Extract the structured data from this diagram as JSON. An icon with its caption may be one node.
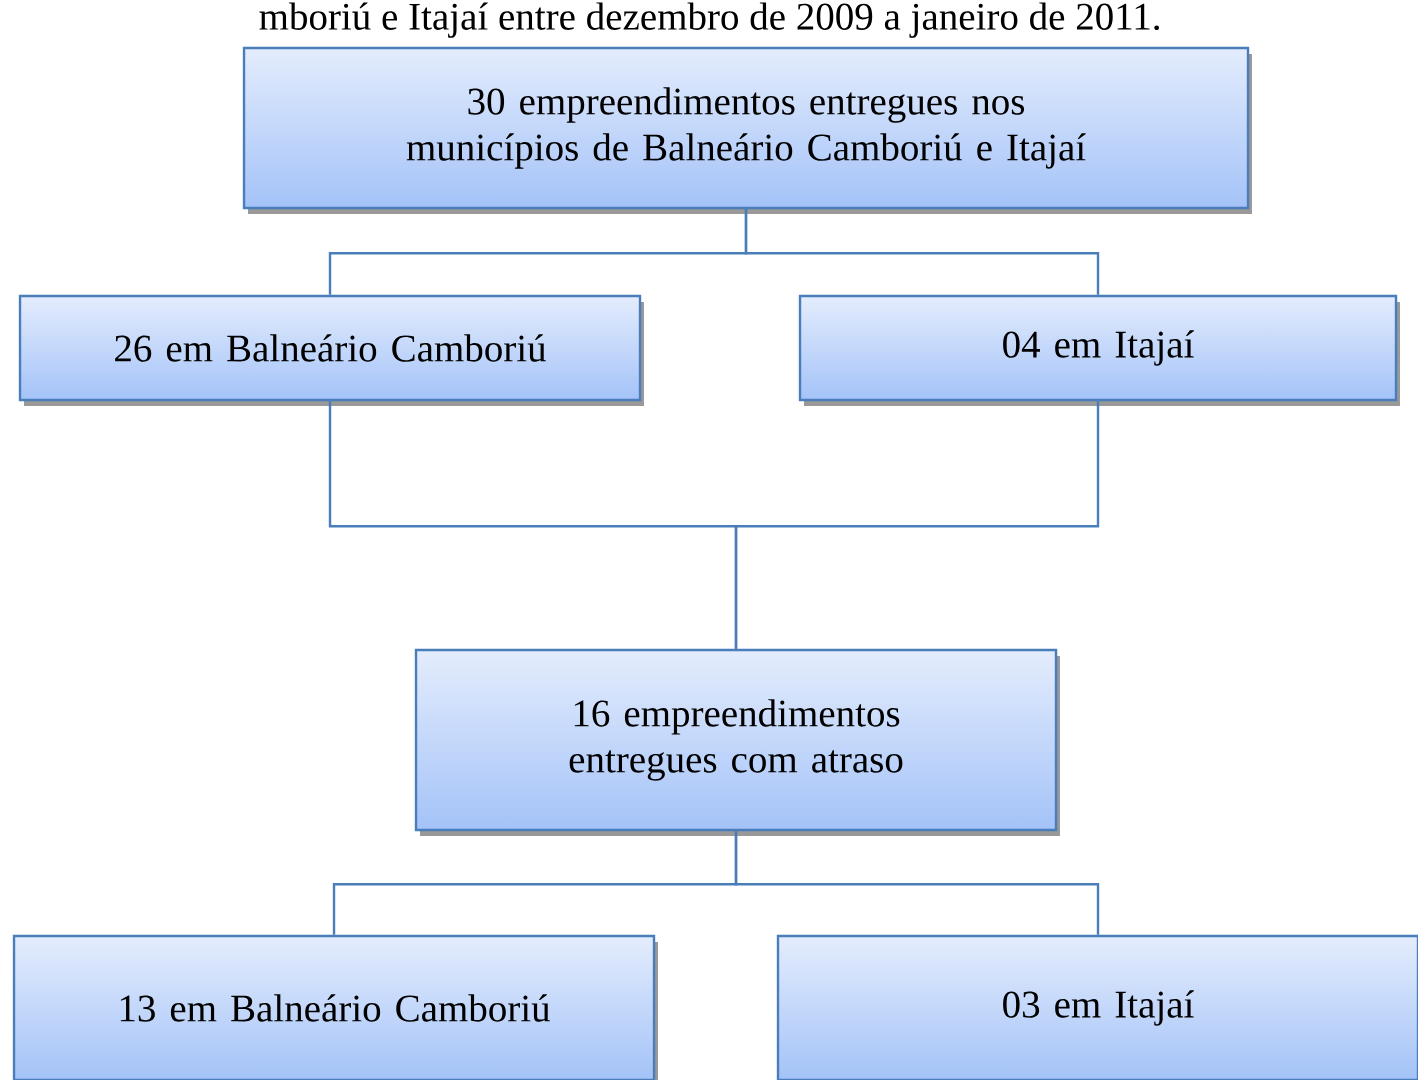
{
  "diagram": {
    "nodes": [
      {
        "text": [
          "30 empreendimentos  entregues nos municípios de Balneário Camboriú e Itajaí"
        ]
      },
      {
        "text": [
          "26 em Balneário Camboriú"
        ]
      },
      {
        "text": [
          "04 em Itajaí"
        ]
      },
      {
        "text": [
          "16 empreendimentos entregues com atraso"
        ]
      },
      {
        "text": [
          "13 em Balneário Camboriú"
        ]
      },
      {
        "text": [
          "03 em Itajaí"
        ]
      }
    ],
    "edges": [
      {
        "from": 0,
        "to": 1,
        "arrow": "none"
      },
      {
        "from": 0,
        "to": 2,
        "arrow": "none"
      },
      {
        "from": 1,
        "to": 3,
        "arrow": "none"
      },
      {
        "from": 2,
        "to": 3,
        "arrow": "none"
      },
      {
        "from": 3,
        "to": 4,
        "arrow": "none"
      },
      {
        "from": 3,
        "to": 5,
        "arrow": "none"
      }
    ],
    "labels": [
      "mboriú e Itajaí entre dezembro de 2009 a janeiro de 2011."
    ]
  }
}
